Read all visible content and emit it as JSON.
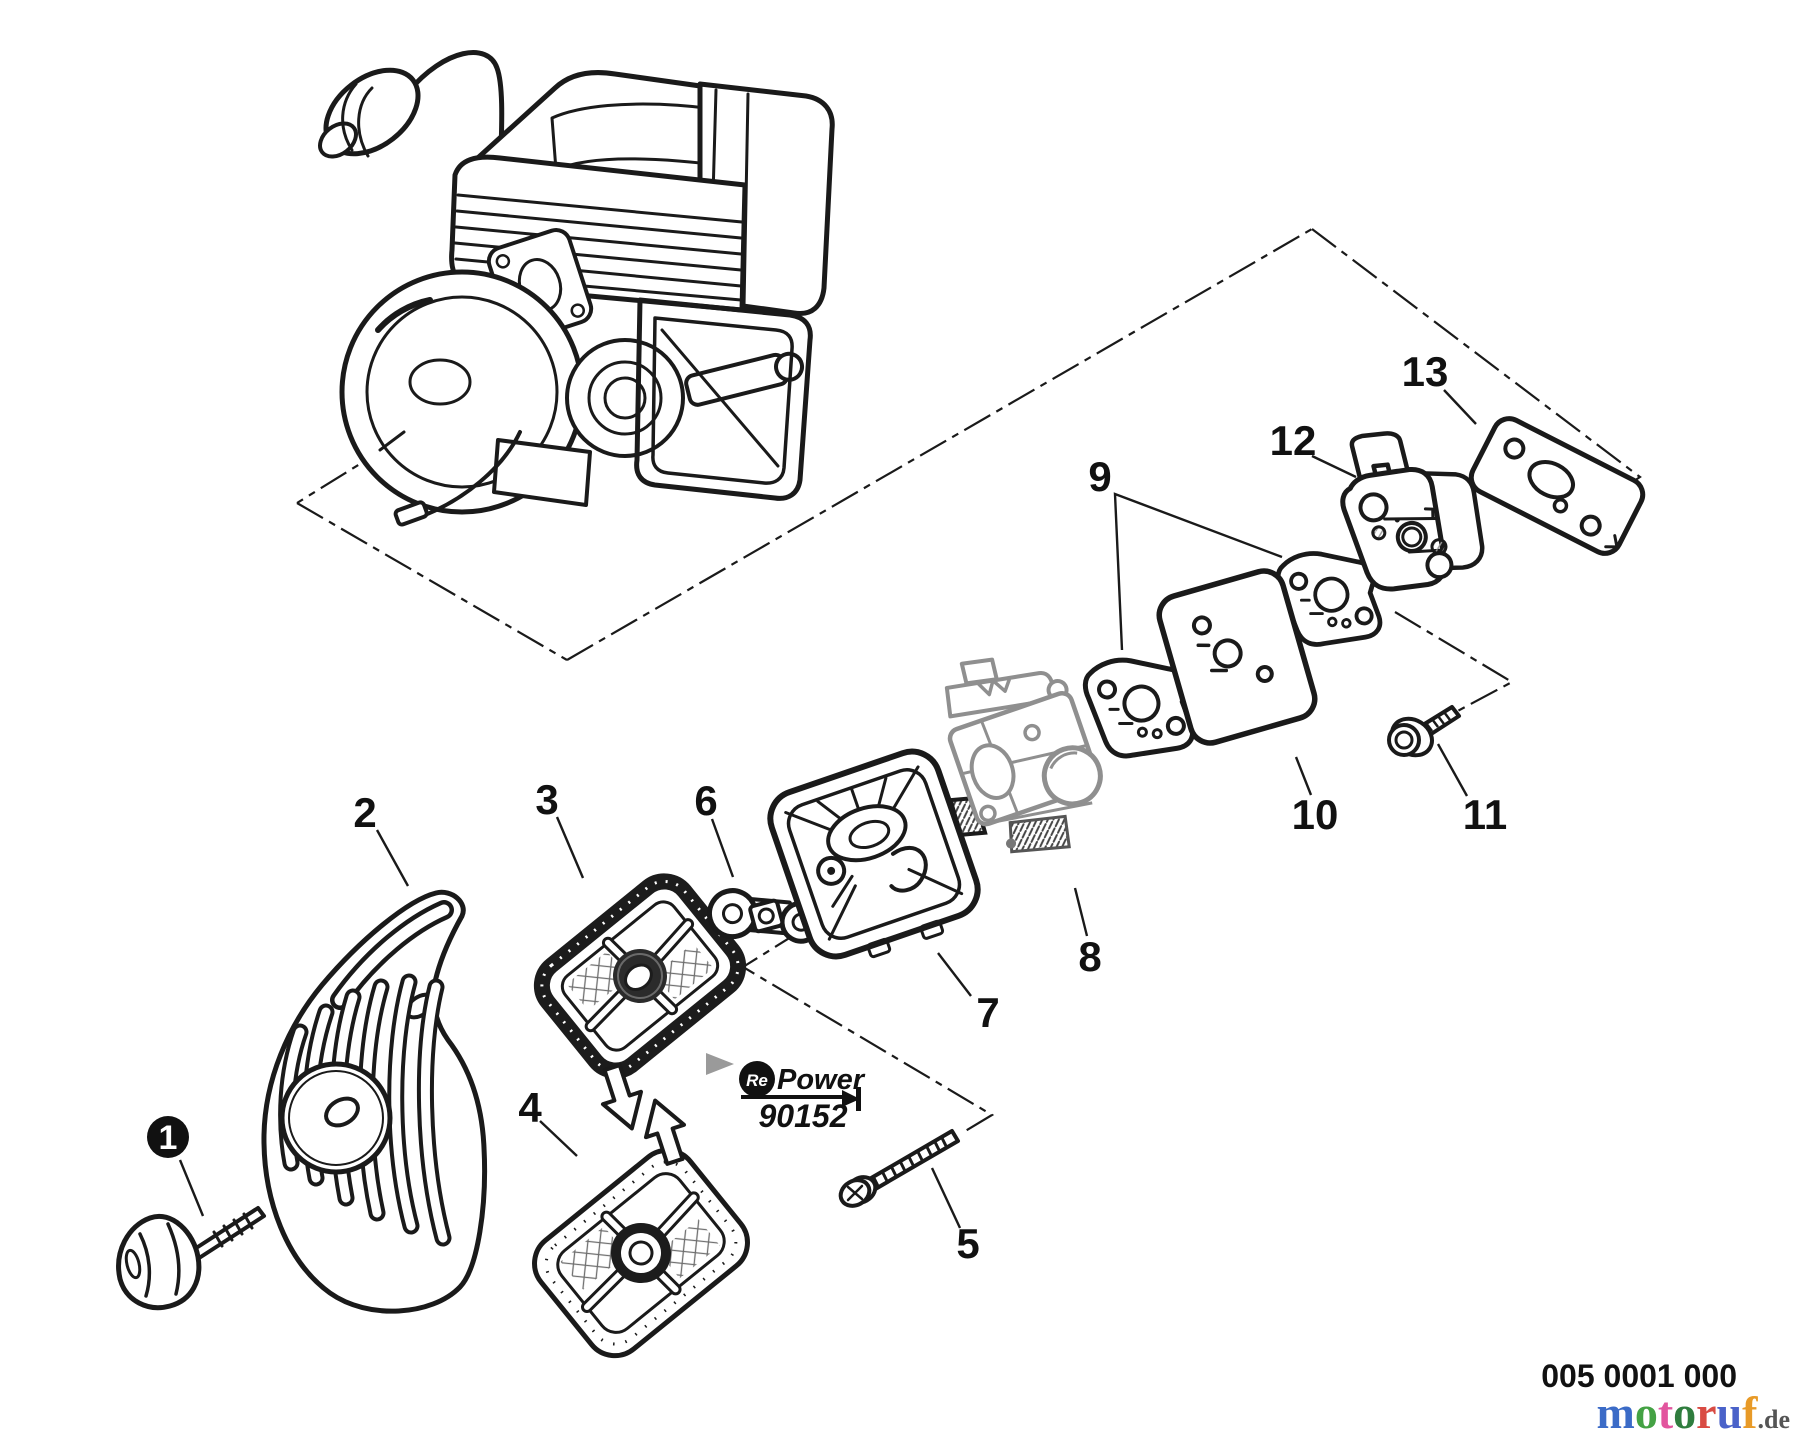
{
  "callouts": [
    {
      "label": "1"
    },
    {
      "label": "2"
    },
    {
      "label": "3"
    },
    {
      "label": "4"
    },
    {
      "label": "5"
    },
    {
      "label": "6"
    },
    {
      "label": "7"
    },
    {
      "label": "8"
    },
    {
      "label": "9"
    },
    {
      "label": "10"
    },
    {
      "label": "11"
    },
    {
      "label": "12"
    },
    {
      "label": "13"
    }
  ],
  "repower": {
    "re": "Re",
    "power": "Power",
    "number": "90152"
  },
  "footer": {
    "code": "005 0001 000"
  },
  "watermark": {
    "letters": [
      {
        "ch": "m",
        "color": "#3b6bc7"
      },
      {
        "ch": "o",
        "color": "#44a244"
      },
      {
        "ch": "t",
        "color": "#e2559e"
      },
      {
        "ch": "o",
        "color": "#2f7d3e"
      },
      {
        "ch": "r",
        "color": "#d94b43"
      },
      {
        "ch": "u",
        "color": "#4a62c9"
      },
      {
        "ch": "f",
        "color": "#e89a27"
      }
    ],
    "suffix": ".de",
    "suffix_color": "#555"
  }
}
